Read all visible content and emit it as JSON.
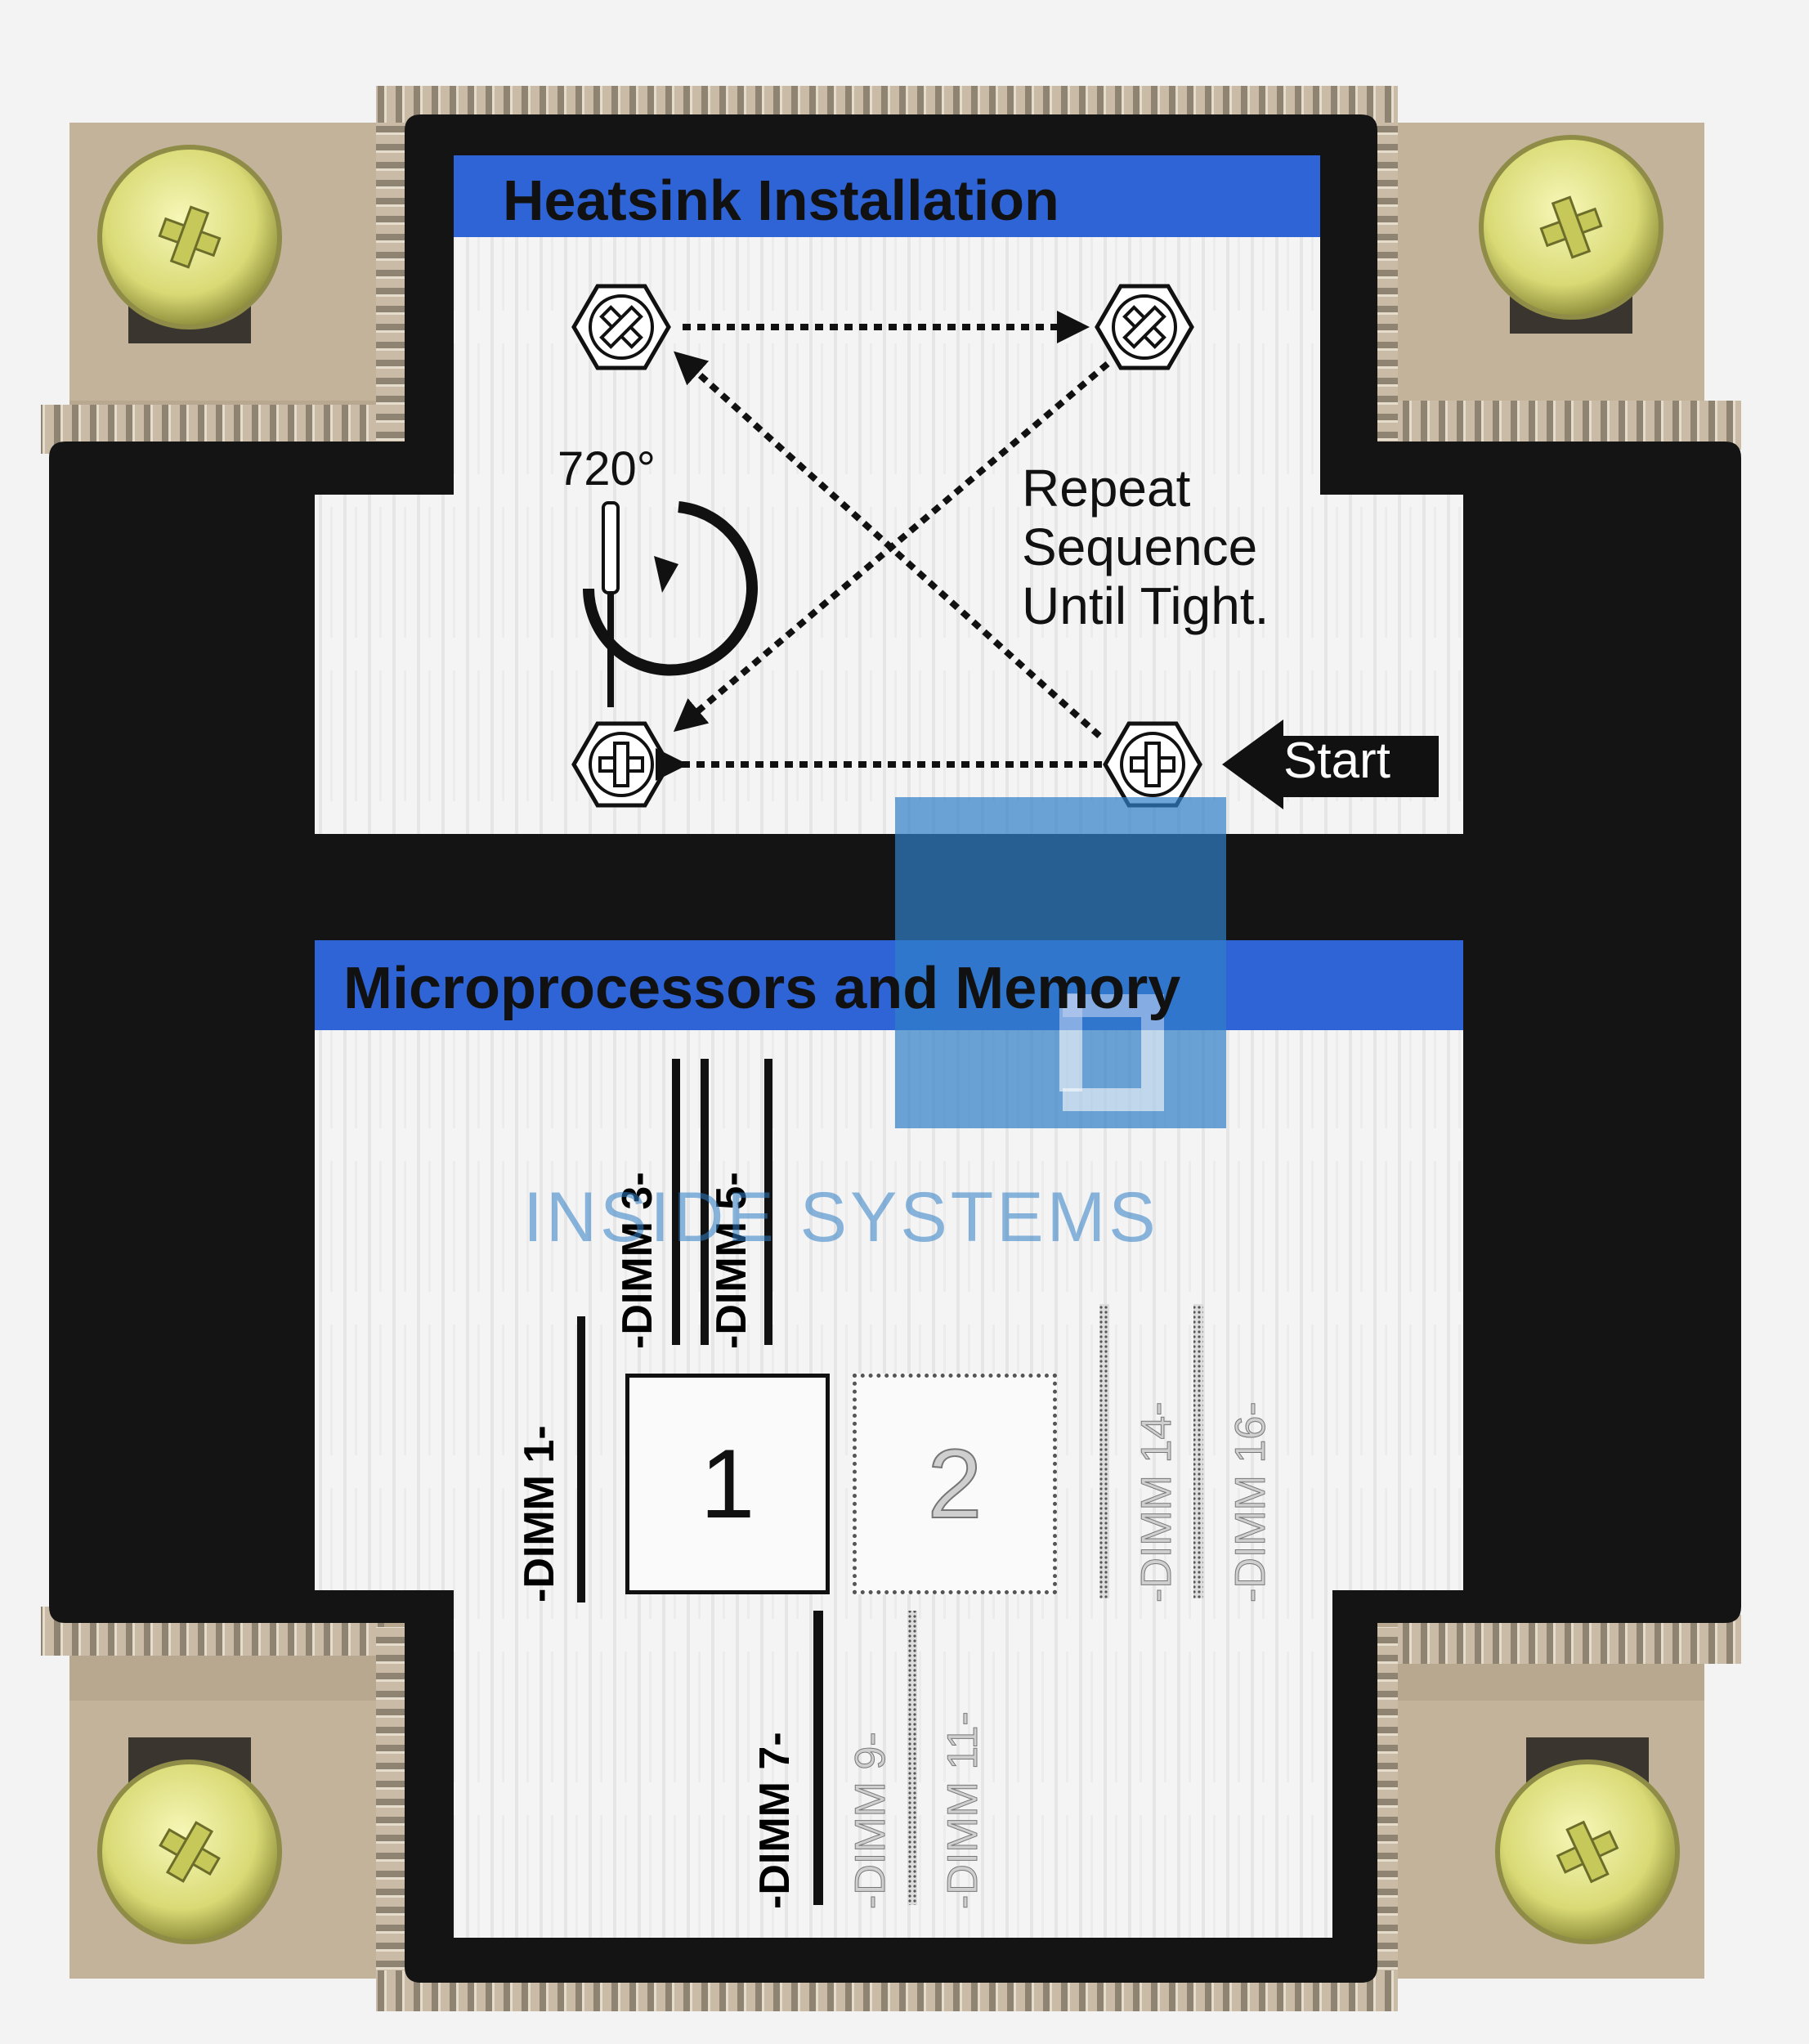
{
  "label": {
    "heatsink_title": "Heatsink Installation",
    "rotation": "720°",
    "repeat_line1": "Repeat",
    "repeat_line2": "Sequence",
    "repeat_line3": "Until Tight.",
    "start": "Start",
    "memory_title": "Microprocessors and Memory",
    "cpu1": "1",
    "cpu2": "2",
    "dimm_1": "-DIMM 1-",
    "dimm_3": "-DIMM 3-",
    "dimm_5": "-DIMM 5-",
    "dimm_7": "-DIMM 7-",
    "dimm_9": "-DIMM 9-",
    "dimm_11": "-DIMM 11-",
    "dimm_14": "-DIMM 14-",
    "dimm_16": "-DIMM 16-"
  },
  "watermark": {
    "text": "INSIDE SYSTEMS",
    "color": "#2f7fc8"
  },
  "colors": {
    "label_blue": "#2f64d6",
    "heatsink_black": "#141414",
    "screw_yellow": "#e4e58a",
    "frame_metal": "#bfae94"
  }
}
